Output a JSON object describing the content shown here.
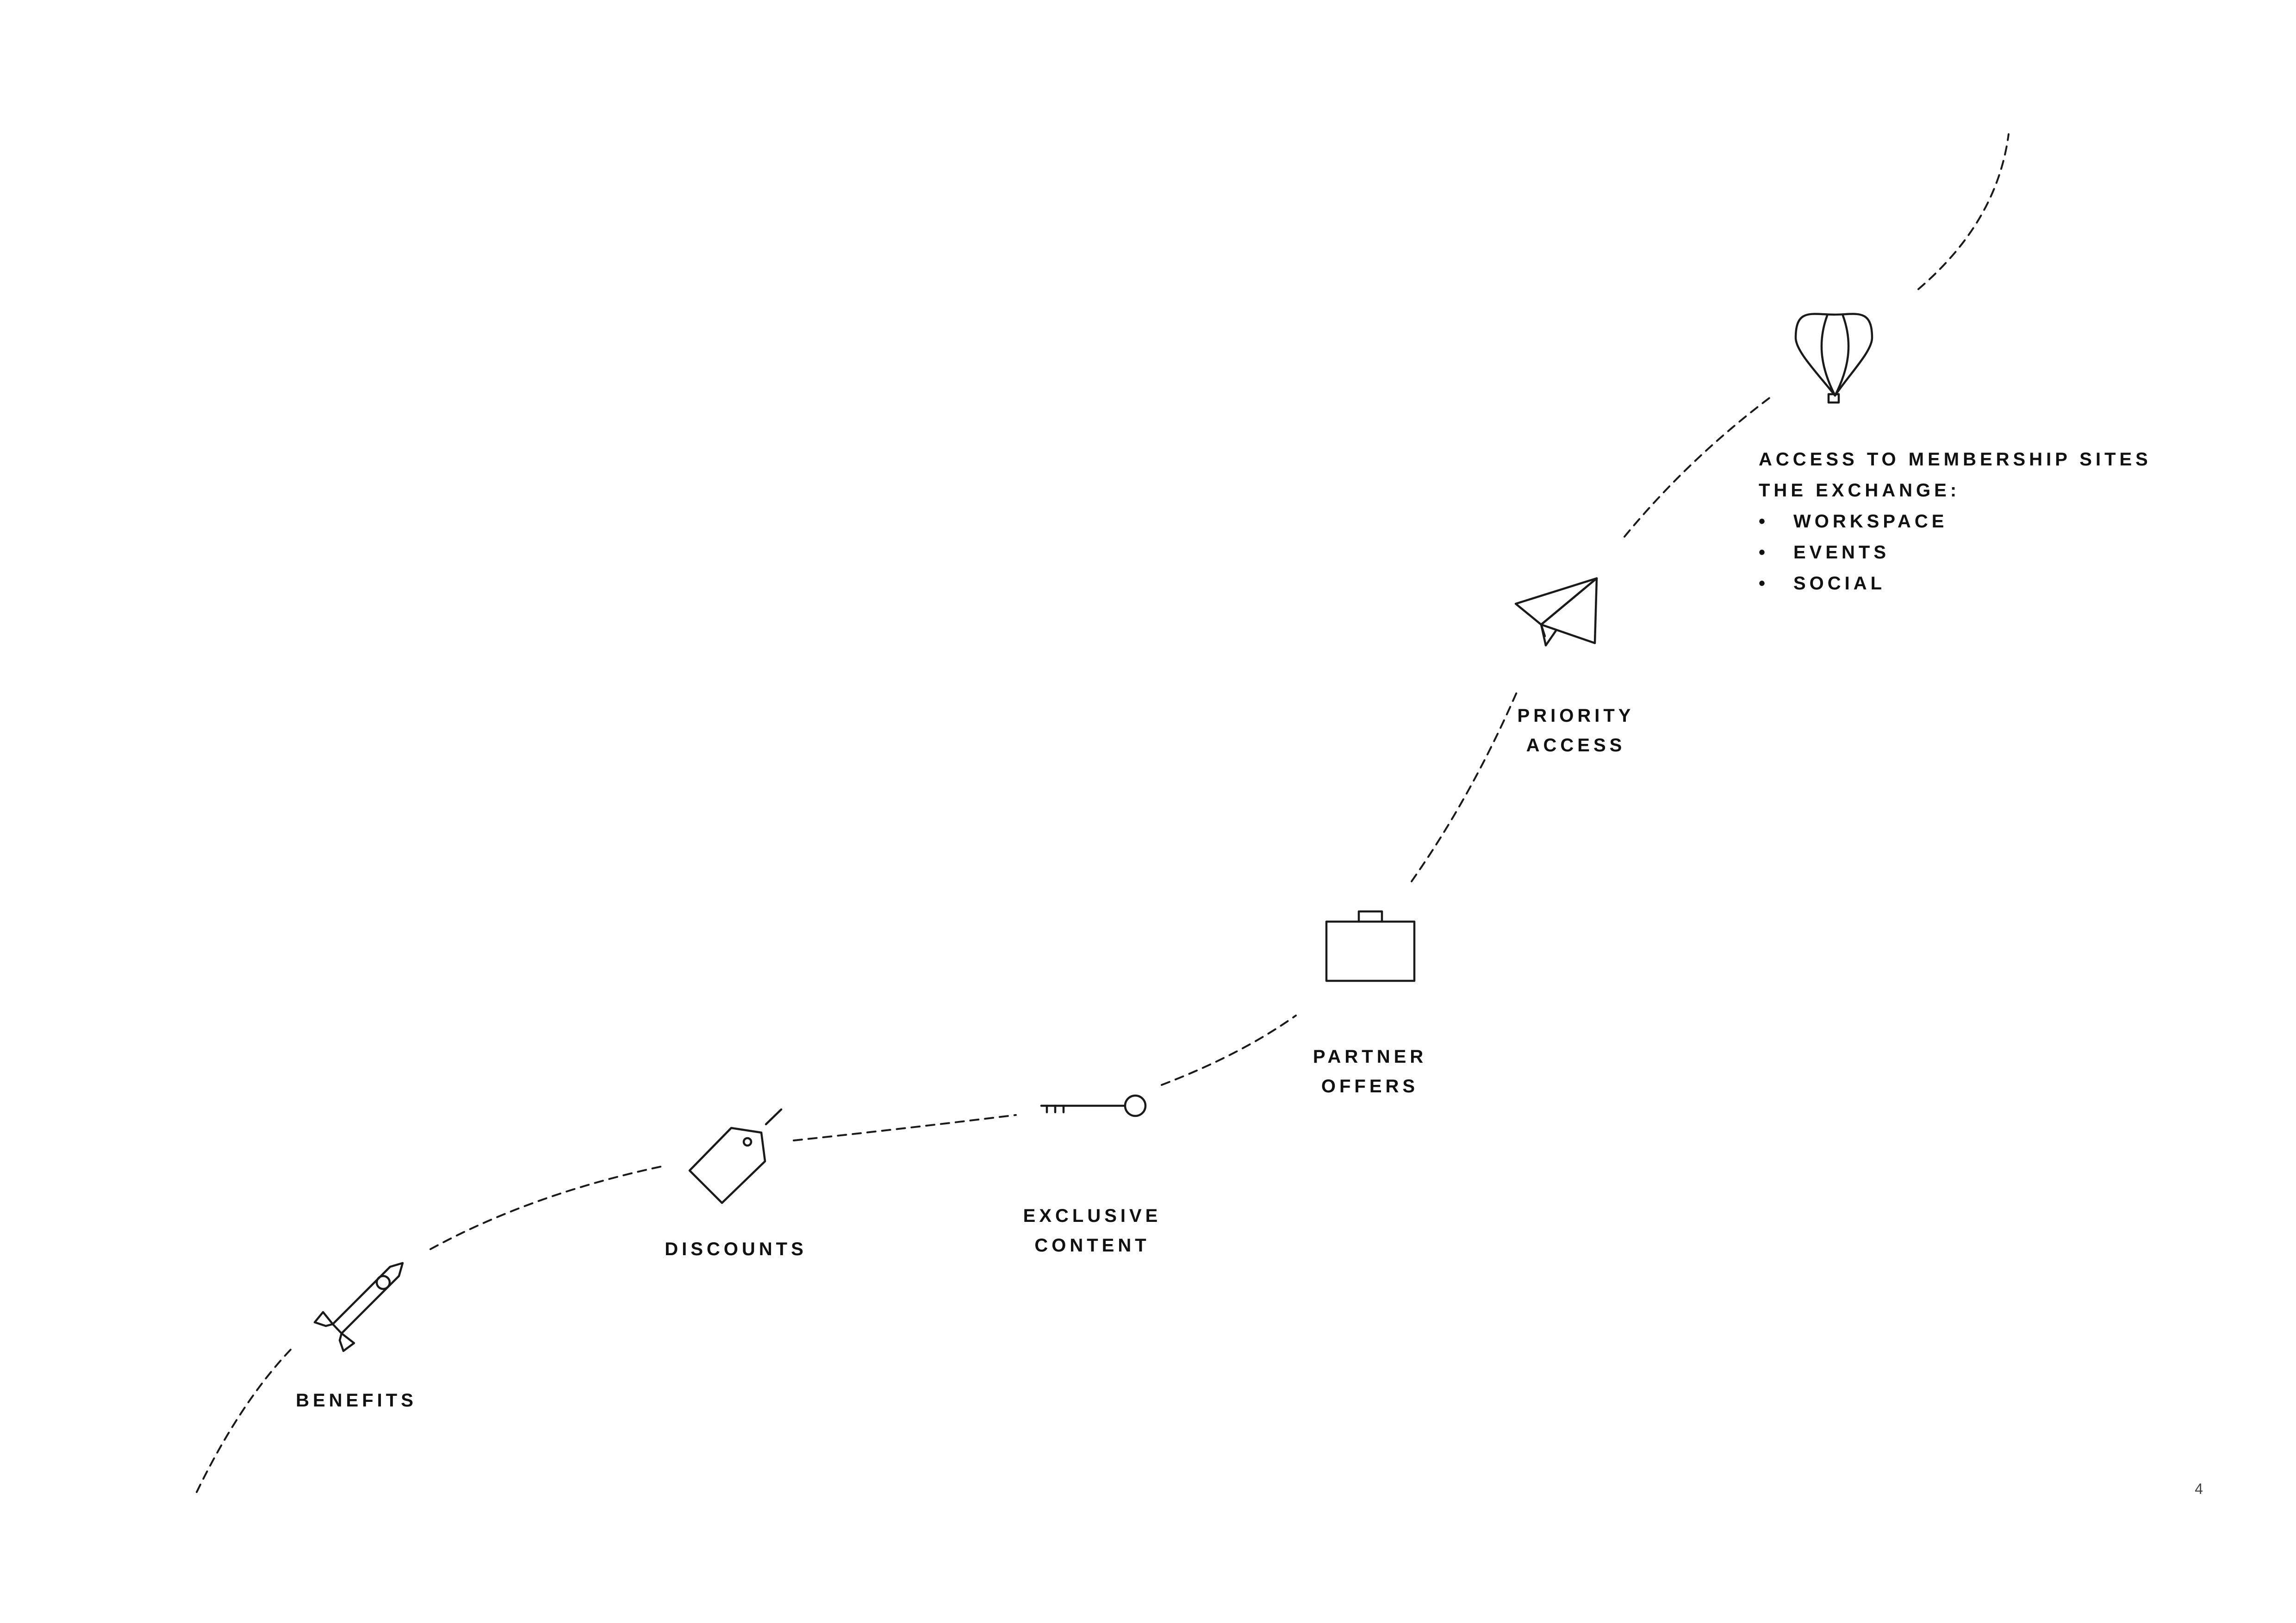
{
  "milestones": {
    "benefits": {
      "label": "BENEFITS",
      "icon": "rocket-icon"
    },
    "discounts": {
      "label": "DISCOUNTS",
      "icon": "price-tag-icon"
    },
    "exclusive_content": {
      "label_line1": "EXCLUSIVE",
      "label_line2": "CONTENT",
      "icon": "key-icon"
    },
    "partner_offers": {
      "label_line1": "PARTNER",
      "label_line2": "OFFERS",
      "icon": "briefcase-icon"
    },
    "priority_access": {
      "label_line1": "PRIORITY",
      "label_line2": "ACCESS",
      "icon": "paper-plane-icon"
    },
    "membership": {
      "icon": "hot-air-balloon-icon",
      "title_line1": "ACCESS TO MEMBERSHIP SITES",
      "title_line2": "THE EXCHANGE:",
      "bullet": "•",
      "items": [
        "WORKSPACE",
        "EVENTS",
        "SOCIAL"
      ]
    }
  },
  "page_number": "4",
  "colors": {
    "ink": "#1a1a1a",
    "background": "#ffffff"
  }
}
